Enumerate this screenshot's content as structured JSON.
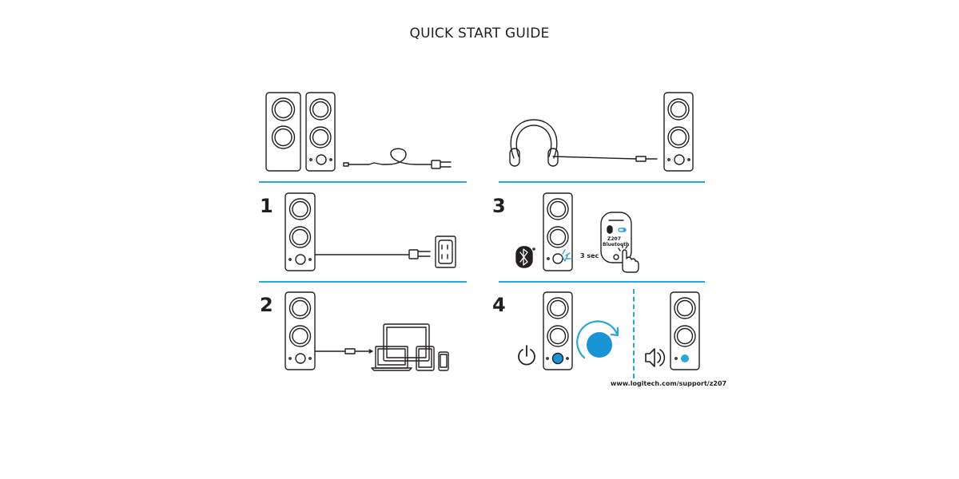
{
  "header": {
    "title": "QUICK START GUIDE"
  },
  "steps": {
    "s1": "1",
    "s2": "2",
    "s3": "3",
    "s4": "4"
  },
  "step3": {
    "duration": "3 sec",
    "phone_model": "Z207",
    "phone_bt": "Bluetooth"
  },
  "footer": {
    "url": "www.logitech.com/support/z207"
  },
  "colors": {
    "accent": "#28a8d6",
    "line": "#231f20",
    "knob": "#1795d4"
  }
}
